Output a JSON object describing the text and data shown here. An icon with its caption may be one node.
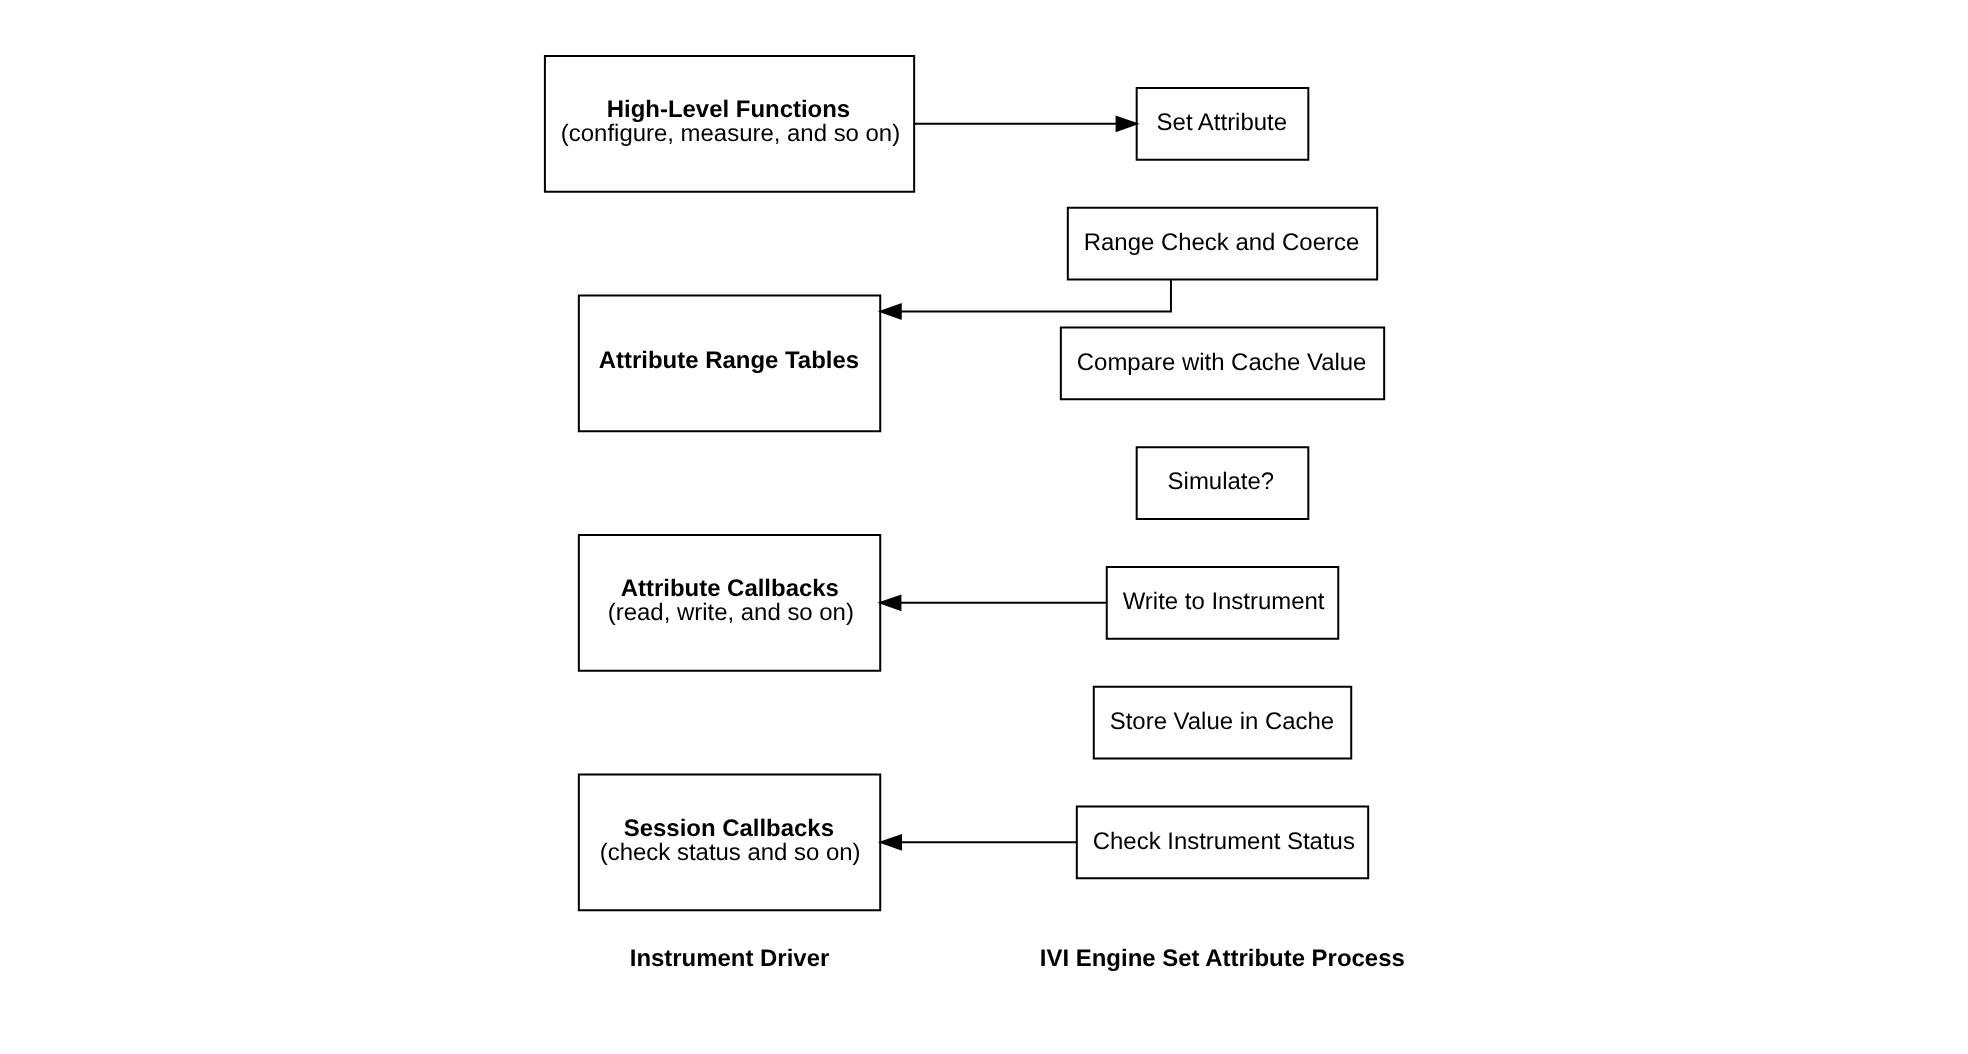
{
  "diagram": {
    "nodes": [
      {
        "text": [
          "High-Level Functions",
          "(configure, measure, and so on)"
        ]
      },
      {
        "text": [
          "Attribute Range Tables"
        ]
      },
      {
        "text": [
          "Attribute Callbacks",
          "(read, write, and so on)"
        ]
      },
      {
        "text": [
          "Session Callbacks",
          "(check status and so on)"
        ]
      },
      {
        "text": [
          "Set Attribute"
        ]
      },
      {
        "text": [
          "Range Check and Coerce"
        ]
      },
      {
        "text": [
          "Compare with Cache Value"
        ]
      },
      {
        "text": [
          "Simulate?"
        ]
      },
      {
        "text": [
          "Write to Instrument"
        ]
      },
      {
        "text": [
          "Store Value in Cache"
        ]
      },
      {
        "text": [
          "Check Instrument Status"
        ]
      }
    ],
    "edges": [
      {
        "from": 0,
        "to": 4,
        "arrow": "to"
      },
      {
        "from": 5,
        "to": 1,
        "arrow": "to"
      },
      {
        "from": 8,
        "to": 2,
        "arrow": "to"
      },
      {
        "from": 10,
        "to": 3,
        "arrow": "to"
      }
    ],
    "labels": [
      "Instrument Driver",
      "IVI Engine Set Attribute Process"
    ]
  }
}
